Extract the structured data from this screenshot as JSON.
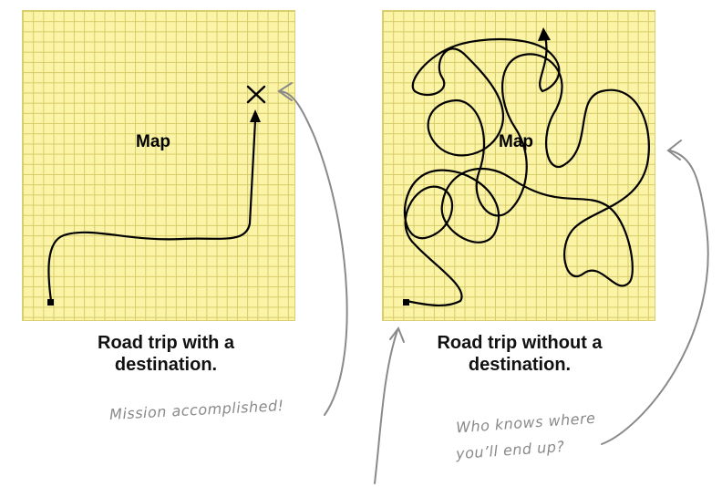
{
  "left_map": {
    "label": "Map",
    "caption_line1": "Road trip with a",
    "caption_line2": "destination."
  },
  "right_map": {
    "label": "Map",
    "caption_line1": "Road trip without a",
    "caption_line2": "destination."
  },
  "annotations": {
    "mission": "Mission accomplished!",
    "who_line1": "Who knows where",
    "who_line2": "you’ll end up?"
  },
  "colors": {
    "map_fill": "#fbf3a6",
    "grid": "#d6cc6a",
    "path": "#000000",
    "annotation": "#8a8a8a"
  },
  "icons": {
    "destination": "x-mark-icon",
    "start": "start-square-icon"
  }
}
